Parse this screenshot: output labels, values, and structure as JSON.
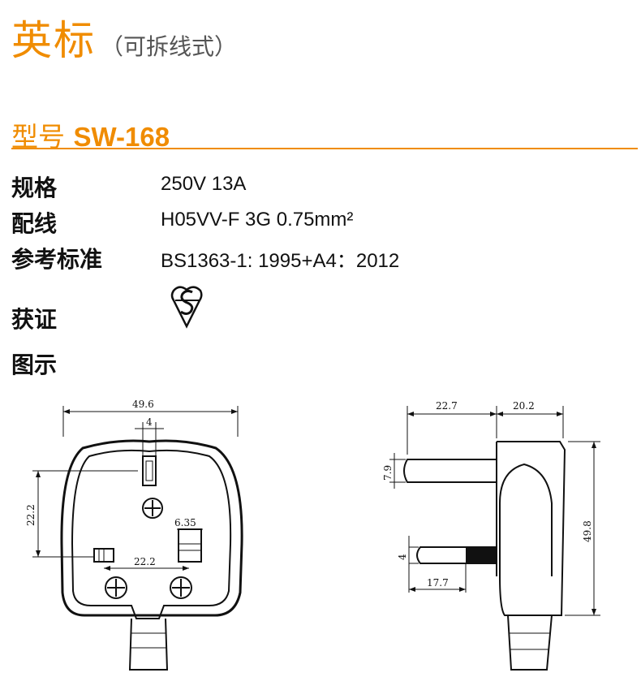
{
  "header": {
    "title": "英标",
    "subtitle": "（可拆线式）"
  },
  "model": {
    "label": "型号",
    "code": "SW-168"
  },
  "specs": [
    {
      "label": "规格",
      "value": "250V 13A"
    },
    {
      "label": "配线",
      "value": "H05VV-F 3G 0.75mm²"
    },
    {
      "label": "参考标准",
      "value": "BS1363-1: 1995+A4：2012"
    }
  ],
  "certification": {
    "label": "获证",
    "icon": "bsi-kitemark-icon"
  },
  "diagram": {
    "label": "图示",
    "front_dims": {
      "overall_width": "49.6",
      "pin_width": "4",
      "pin_height": "22.2",
      "pin_spacing": "22.2",
      "earth_width": "6.35"
    },
    "side_dims": {
      "pin_length_top": "22.7",
      "body_depth": "20.2",
      "pin_diameter": "7.9",
      "overall_height": "49.8",
      "sleeve_width": "4",
      "sleeve_length": "17.7"
    }
  },
  "colors": {
    "accent": "#f08c00",
    "text": "#111111"
  }
}
